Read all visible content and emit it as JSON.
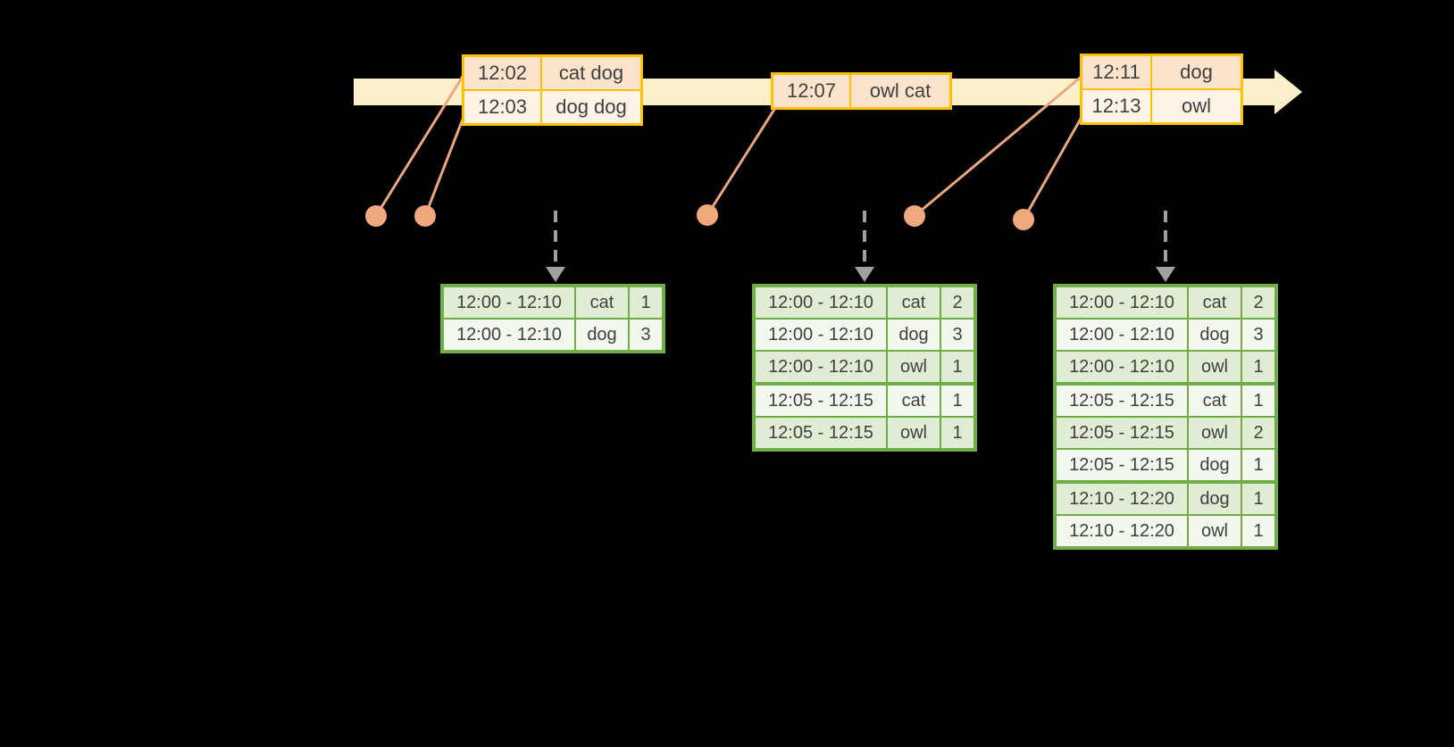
{
  "colors": {
    "background": "#000000",
    "timeline_fill": "#fcf0cb",
    "event_border": "#ffc000",
    "event_row_dark": "#fce4cc",
    "event_row_light": "#fdf3e6",
    "connector": "#eba87e",
    "dot_fill": "#f0a87e",
    "dashed_arrow": "#a0a0a0",
    "result_border": "#70ad47",
    "result_row_dark": "#e0edd4",
    "result_row_light": "#f3f8ee",
    "text": "#3f3f3f"
  },
  "event_tables": [
    {
      "id": "event-table-1",
      "rows": [
        {
          "time": "12:02",
          "words": "cat dog"
        },
        {
          "time": "12:03",
          "words": "dog dog"
        }
      ]
    },
    {
      "id": "event-table-2",
      "rows": [
        {
          "time": "12:07",
          "words": "owl cat"
        }
      ]
    },
    {
      "id": "event-table-3",
      "rows": [
        {
          "time": "12:11",
          "words": "dog"
        },
        {
          "time": "12:13",
          "words": "owl"
        }
      ]
    }
  ],
  "result_tables": [
    {
      "id": "result-table-1",
      "rows": [
        {
          "window": "12:00 - 12:10",
          "word": "cat",
          "count": "1"
        },
        {
          "window": "12:00 - 12:10",
          "word": "dog",
          "count": "3"
        }
      ]
    },
    {
      "id": "result-table-2",
      "rows": [
        {
          "window": "12:00 - 12:10",
          "word": "cat",
          "count": "2"
        },
        {
          "window": "12:00 - 12:10",
          "word": "dog",
          "count": "3"
        },
        {
          "window": "12:00 - 12:10",
          "word": "owl",
          "count": "1"
        },
        {
          "window": "12:05 - 12:15",
          "word": "cat",
          "count": "1",
          "group_start": true
        },
        {
          "window": "12:05 - 12:15",
          "word": "owl",
          "count": "1"
        }
      ]
    },
    {
      "id": "result-table-3",
      "rows": [
        {
          "window": "12:00 - 12:10",
          "word": "cat",
          "count": "2"
        },
        {
          "window": "12:00 - 12:10",
          "word": "dog",
          "count": "3"
        },
        {
          "window": "12:00 - 12:10",
          "word": "owl",
          "count": "1"
        },
        {
          "window": "12:05 - 12:15",
          "word": "cat",
          "count": "1",
          "group_start": true
        },
        {
          "window": "12:05 - 12:15",
          "word": "owl",
          "count": "2"
        },
        {
          "window": "12:05 - 12:15",
          "word": "dog",
          "count": "1"
        },
        {
          "window": "12:10 - 12:20",
          "word": "dog",
          "count": "1",
          "group_start": true
        },
        {
          "window": "12:10 - 12:20",
          "word": "owl",
          "count": "1"
        }
      ]
    }
  ]
}
